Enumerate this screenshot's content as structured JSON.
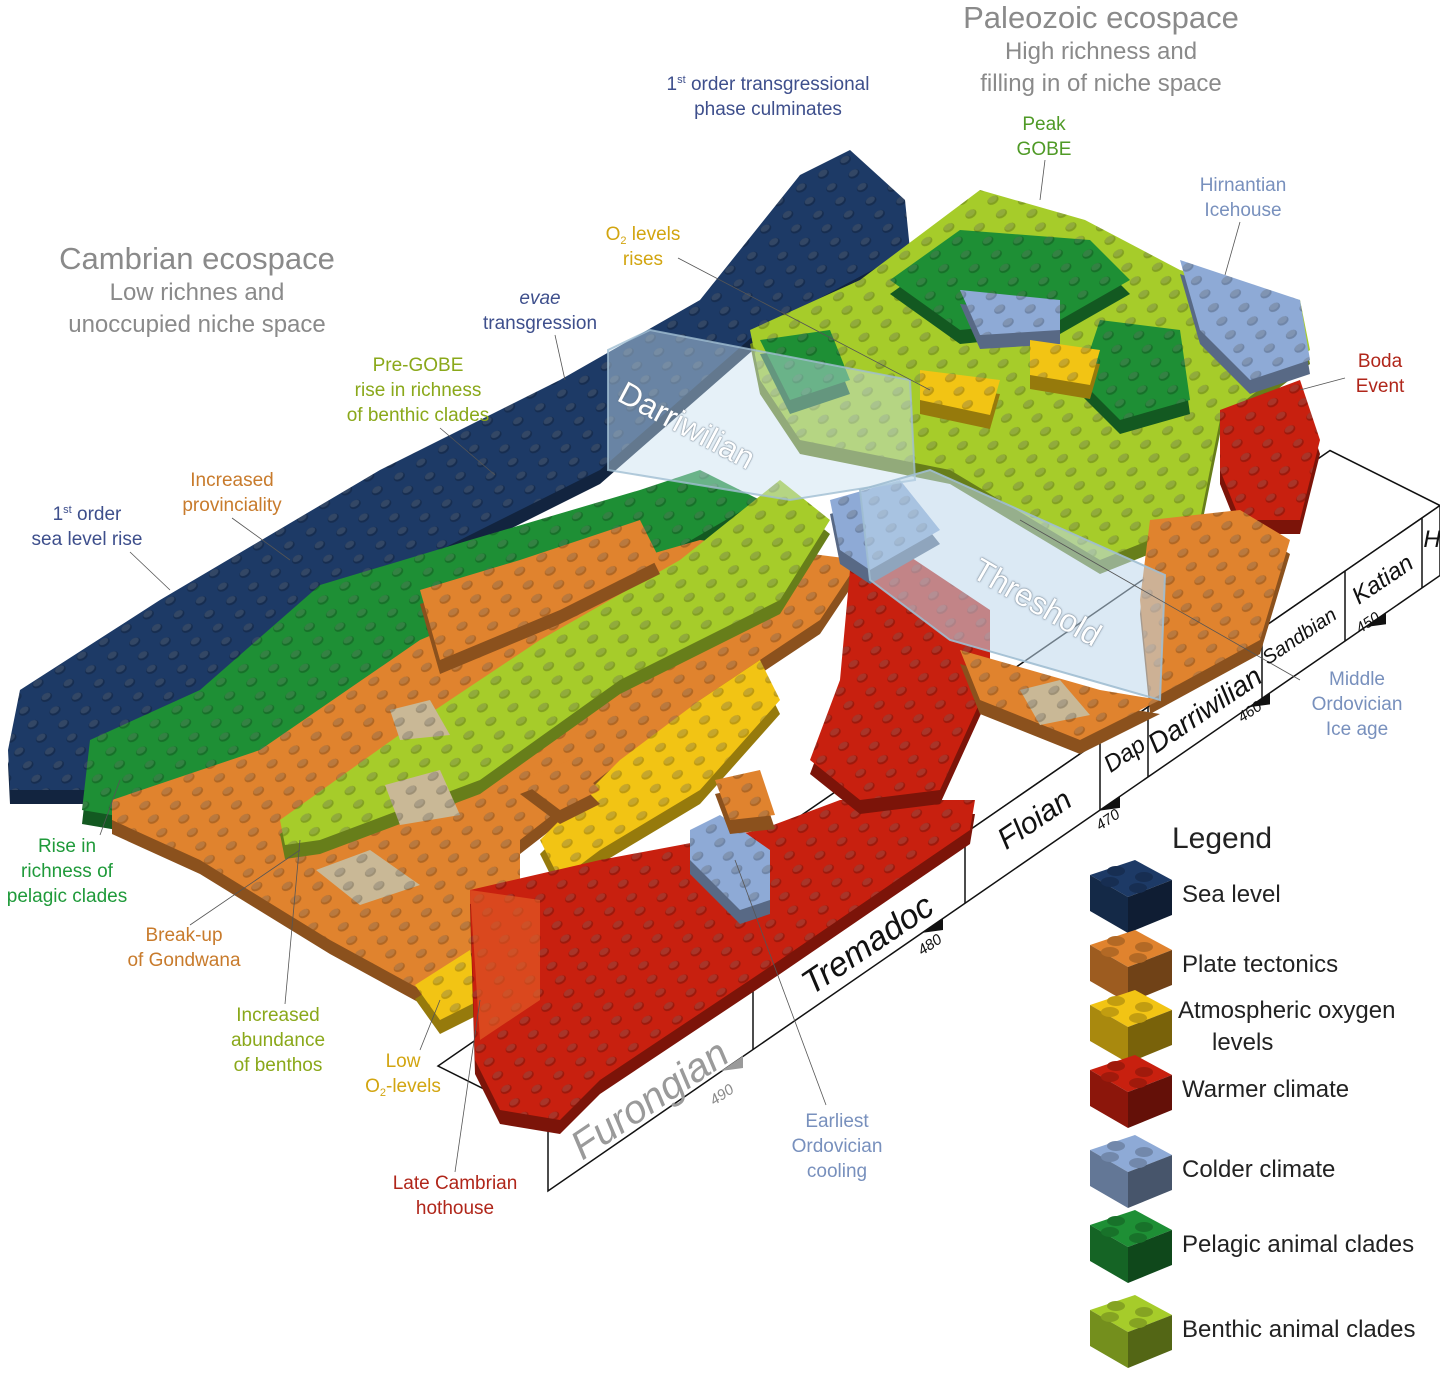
{
  "headers": {
    "paleozoic": {
      "title": "Paleozoic ecospace",
      "line1": "High richness and",
      "line2": "filling in of niche space"
    },
    "cambrian": {
      "title": "Cambrian ecospace",
      "line1": "Low richnes and",
      "line2": "unoccupied niche space"
    }
  },
  "glass_labels": {
    "darriwilian": "Darriwilian",
    "threshold": "Threshold"
  },
  "annotations": [
    {
      "id": "transgression-culminates",
      "color": "#3e4f8c",
      "lines": [
        [
          {
            "t": "1"
          },
          {
            "t": "st",
            "s": "sup"
          },
          {
            "t": " order transgressional"
          }
        ],
        [
          {
            "t": "phase culminates"
          }
        ]
      ]
    },
    {
      "id": "peak-gobe",
      "color": "#4f9a26",
      "lines": [
        [
          {
            "t": "Peak"
          }
        ],
        [
          {
            "t": "GOBE"
          }
        ]
      ]
    },
    {
      "id": "hirnantian-icehouse",
      "color": "#7890bd",
      "lines": [
        [
          {
            "t": "Hirnantian"
          }
        ],
        [
          {
            "t": "Icehouse"
          }
        ]
      ]
    },
    {
      "id": "o2-rises",
      "color": "#d2a510",
      "lines": [
        [
          {
            "t": "O"
          },
          {
            "t": "2",
            "s": "sub"
          },
          {
            "t": " levels"
          }
        ],
        [
          {
            "t": "rises"
          }
        ]
      ]
    },
    {
      "id": "evae-transgression",
      "color": "#3e4f8c",
      "lines": [
        [
          {
            "t": "evae",
            "s": "i"
          }
        ],
        [
          {
            "t": "transgression"
          }
        ]
      ]
    },
    {
      "id": "boda-event",
      "color": "#b0261a",
      "lines": [
        [
          {
            "t": "Boda"
          }
        ],
        [
          {
            "t": "Event"
          }
        ]
      ]
    },
    {
      "id": "pre-gobe",
      "color": "#8aa81a",
      "lines": [
        [
          {
            "t": "Pre-GOBE"
          }
        ],
        [
          {
            "t": "rise in richness"
          }
        ],
        [
          {
            "t": "of benthic clades"
          }
        ]
      ]
    },
    {
      "id": "increased-provinciality",
      "color": "#c87b2c",
      "lines": [
        [
          {
            "t": "Increased"
          }
        ],
        [
          {
            "t": "provinciality"
          }
        ]
      ]
    },
    {
      "id": "sea-level-rise",
      "color": "#3e4f8c",
      "lines": [
        [
          {
            "t": "1"
          },
          {
            "t": "st",
            "s": "sup"
          },
          {
            "t": " order"
          }
        ],
        [
          {
            "t": "sea level rise"
          }
        ]
      ]
    },
    {
      "id": "middle-ordovician-ice-age",
      "color": "#7890bd",
      "lines": [
        [
          {
            "t": "Middle"
          }
        ],
        [
          {
            "t": "Ordovician"
          }
        ],
        [
          {
            "t": "Ice age"
          }
        ]
      ]
    },
    {
      "id": "pelagic-richness",
      "color": "#1f9a3a",
      "lines": [
        [
          {
            "t": "Rise in"
          }
        ],
        [
          {
            "t": "richness of"
          }
        ],
        [
          {
            "t": "pelagic clades"
          }
        ]
      ]
    },
    {
      "id": "gondwana-breakup",
      "color": "#c87b2c",
      "lines": [
        [
          {
            "t": "Break-up"
          }
        ],
        [
          {
            "t": "of Gondwana"
          }
        ]
      ]
    },
    {
      "id": "benthos-abundance",
      "color": "#8aa81a",
      "lines": [
        [
          {
            "t": "Increased"
          }
        ],
        [
          {
            "t": "abundance"
          }
        ],
        [
          {
            "t": "of benthos"
          }
        ]
      ]
    },
    {
      "id": "low-o2",
      "color": "#d2a510",
      "lines": [
        [
          {
            "t": "Low"
          }
        ],
        [
          {
            "t": "O"
          },
          {
            "t": "2",
            "s": "sub"
          },
          {
            "t": "-levels"
          }
        ]
      ]
    },
    {
      "id": "earliest-ordovician-cooling",
      "color": "#7890bd",
      "lines": [
        [
          {
            "t": "Earliest"
          }
        ],
        [
          {
            "t": "Ordovician"
          }
        ],
        [
          {
            "t": "cooling"
          }
        ]
      ]
    },
    {
      "id": "late-cambrian-hothouse",
      "color": "#b0261a",
      "lines": [
        [
          {
            "t": "Late Cambrian"
          }
        ],
        [
          {
            "t": "hothouse"
          }
        ]
      ]
    }
  ],
  "timeline": {
    "stages": [
      {
        "name": "Furongian",
        "color": "#9a9a9a"
      },
      {
        "name": "Tremadoc",
        "color": "#111111"
      },
      {
        "name": "Floian",
        "color": "#111111"
      },
      {
        "name": "Dap",
        "color": "#111111"
      },
      {
        "name": "Darriwilian",
        "color": "#111111"
      },
      {
        "name": "Sandbian",
        "color": "#111111"
      },
      {
        "name": "Katian",
        "color": "#111111"
      },
      {
        "name": "H",
        "color": "#111111"
      }
    ],
    "ticks_ma": [
      "490",
      "480",
      "470",
      "460",
      "450"
    ]
  },
  "legend": {
    "title": "Legend",
    "items": [
      {
        "key": "sea",
        "label": "Sea level",
        "color": "#1d3a66"
      },
      {
        "key": "plate",
        "label": "Plate tectonics",
        "color": "#e0832e"
      },
      {
        "key": "oxygen",
        "label": "Atmospheric oxygen levels",
        "label_lines": [
          "Atmospheric oxygen",
          "levels"
        ],
        "color": "#f2c414"
      },
      {
        "key": "warm",
        "label": "Warmer climate",
        "color": "#c8200f"
      },
      {
        "key": "cold",
        "label": "Colder climate",
        "color": "#8eaad6"
      },
      {
        "key": "pelagic",
        "label": "Pelagic animal clades",
        "color": "#1e8f35"
      },
      {
        "key": "benthic",
        "label": "Benthic animal clades",
        "color": "#a6cc2a"
      }
    ]
  }
}
